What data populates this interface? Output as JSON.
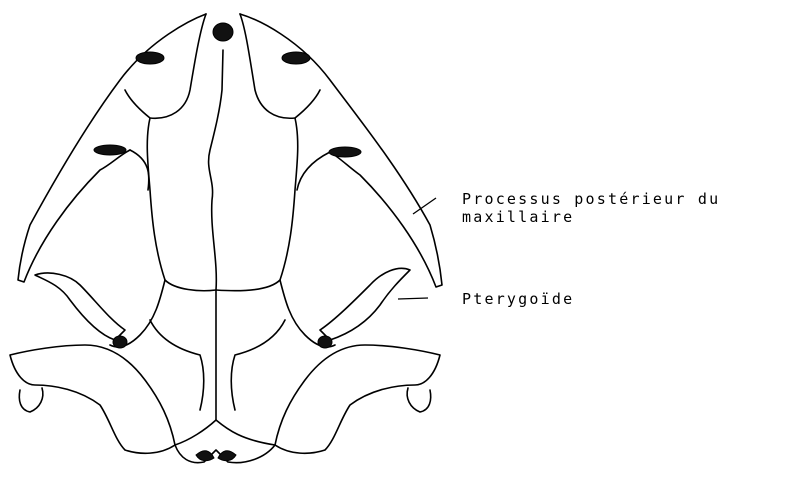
{
  "labels": {
    "maxillaire_line1": "Processus postérieur du",
    "maxillaire_line2": "maxillaire",
    "pterygoide": "Pterygoïde"
  }
}
